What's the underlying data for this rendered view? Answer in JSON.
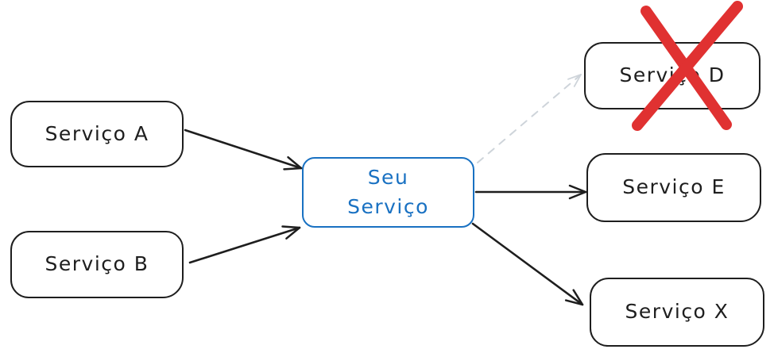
{
  "diagram": {
    "nodes": [
      {
        "id": "servico-a",
        "label": "Serviço A",
        "state": "normal"
      },
      {
        "id": "servico-b",
        "label": "Serviço B",
        "state": "normal"
      },
      {
        "id": "seu-servico",
        "label": "Seu Serviço",
        "label_lines": [
          "Seu",
          "Serviço"
        ],
        "state": "highlighted"
      },
      {
        "id": "servico-d",
        "label": "Serviço D",
        "state": "crossed-out"
      },
      {
        "id": "servico-e",
        "label": "Serviço E",
        "state": "normal"
      },
      {
        "id": "servico-x",
        "label": "Serviço X",
        "state": "normal"
      }
    ],
    "edges": [
      {
        "from": "servico-a",
        "to": "seu-servico",
        "style": "solid"
      },
      {
        "from": "servico-b",
        "to": "seu-servico",
        "style": "solid"
      },
      {
        "from": "seu-servico",
        "to": "servico-d",
        "style": "dashed-inactive"
      },
      {
        "from": "seu-servico",
        "to": "servico-e",
        "style": "solid"
      },
      {
        "from": "seu-servico",
        "to": "servico-x",
        "style": "solid"
      }
    ],
    "colors": {
      "stroke": "#1e1e1e",
      "highlight": "#1971c2",
      "inactive_edge": "#ced4da",
      "cross_out": "#e03131",
      "background": "#ffffff"
    }
  }
}
